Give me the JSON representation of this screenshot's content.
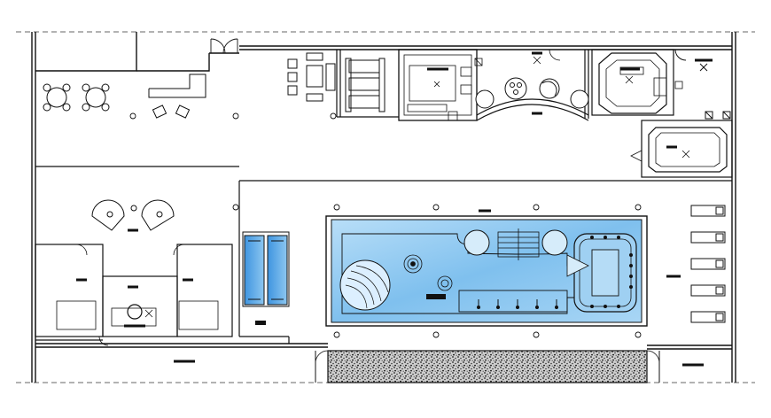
{
  "drawing": {
    "labels": [],
    "colors": {
      "line": "#111111",
      "pool_fill": "#8ec7ee",
      "pool_fill_light": "#cfe8f8",
      "pool_water": "#6cb7ea",
      "terrace_fill": "#7a7a7a",
      "background": "#ffffff"
    },
    "elements": {
      "patio_tables": 2,
      "lounge_chairs": 5,
      "pool_lights": 14,
      "jacuzzi_jets": 12,
      "bench_seats": 6
    }
  }
}
